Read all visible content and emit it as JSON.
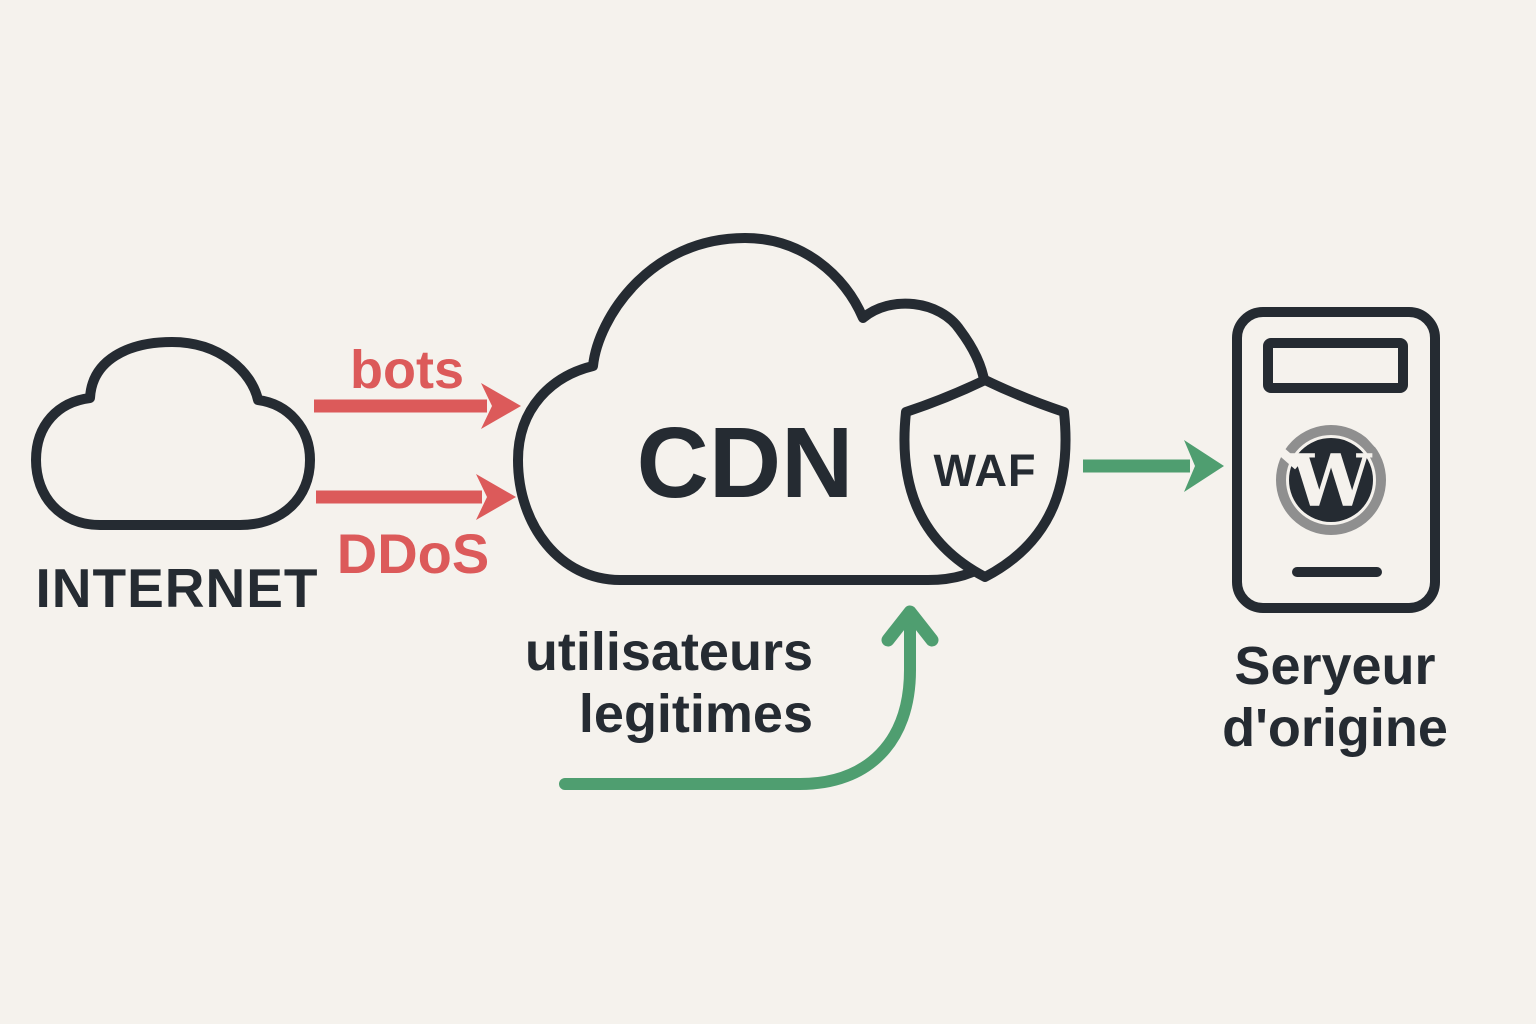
{
  "colors": {
    "background": "#f5f2ed",
    "ink": "#252b32",
    "threat_red": "#dc5a5a",
    "safe_green": "#4f9e70",
    "logo_ring_gray": "#8f8f8f"
  },
  "nodes": {
    "internet": {
      "label": "INTERNET"
    },
    "cdn": {
      "label": "CDN"
    },
    "waf": {
      "label": "WAF"
    },
    "origin_server": {
      "name_line1": "Seryeur",
      "name_line2": "d'origine",
      "logo": "wordpress",
      "logo_letter": "W"
    }
  },
  "flows": {
    "bots": {
      "label": "bots"
    },
    "ddos": {
      "label": "DDoS"
    },
    "legitimate_users": {
      "label_line1": "utilisateurs",
      "label_line2": "legitimes"
    }
  }
}
